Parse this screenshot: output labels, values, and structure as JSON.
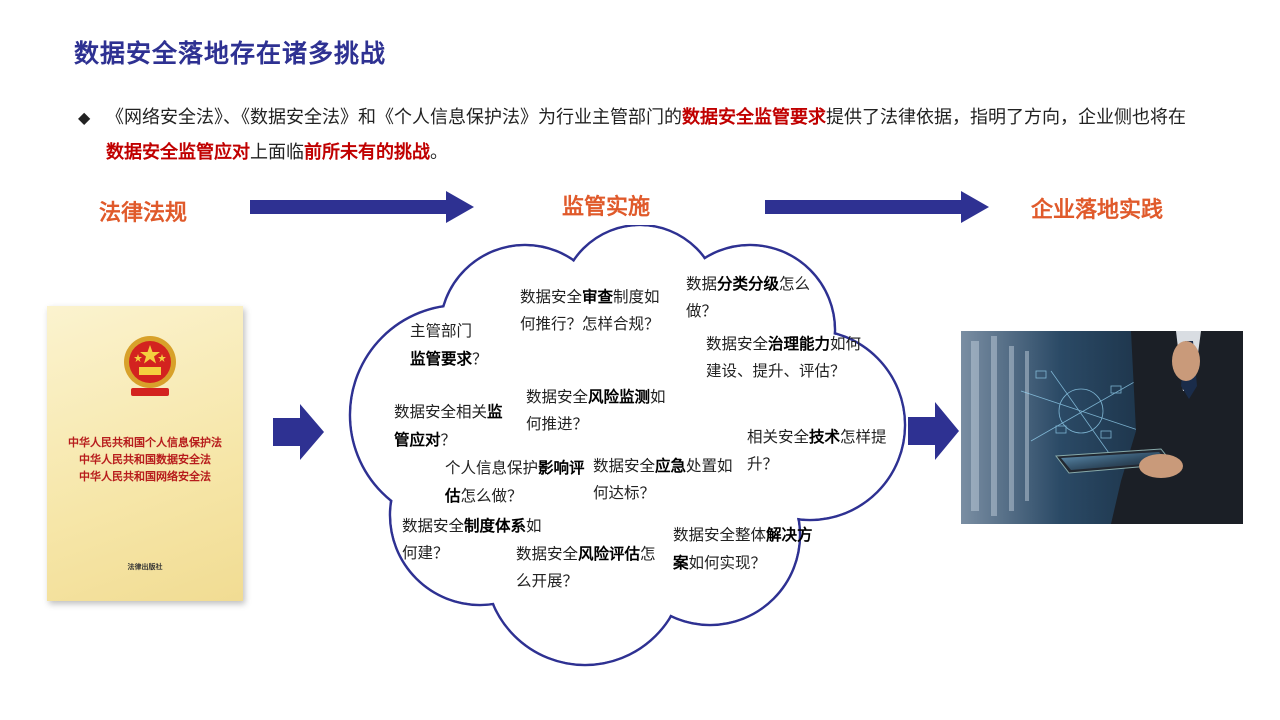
{
  "title": "数据安全落地存在诸多挑战",
  "bullet": {
    "icon": "◆",
    "part1": "《网络安全法》、《数据安全法》和《个人信息保护法》为行业主管部门的",
    "hl1": "数据安全监管要求",
    "part2": "提供了法律依据，指明了方向，企业侧也将在",
    "hl2": "数据安全监管应对",
    "part3": "上面临",
    "hl3": "前所未有的挑战",
    "part4": "。"
  },
  "stages": {
    "law": "法律法规",
    "supervision": "监管实施",
    "enterprise": "企业落地实践"
  },
  "book": {
    "laws": [
      "中华人民共和国个人信息保护法",
      "中华人民共和国数据安全法",
      "中华人民共和国网络安全法"
    ],
    "publisher": "法律出版社"
  },
  "questions": [
    {
      "a": "主管部门",
      "b": "监管要求",
      "c": "？"
    },
    {
      "a": "数据安全",
      "b": "审查",
      "c": "制度如何推行？怎样合规？"
    },
    {
      "a": "数据",
      "b": "分类分级",
      "c": "怎么做？"
    },
    {
      "a": "数据安全",
      "b": "治理能力",
      "c": "如何建设、提升、评估？"
    },
    {
      "a": "数据安全相关",
      "b": "监管应对",
      "c": "？"
    },
    {
      "a": "数据安全",
      "b": "风险监测",
      "c": "如何推进？"
    },
    {
      "a": "相关安全",
      "b": "技术",
      "c": "怎样提升？"
    },
    {
      "a": "个人信息保护",
      "b": "影响评估",
      "c": "怎么做？"
    },
    {
      "a": "数据安全",
      "b": "应急",
      "c": "处置如何达标？"
    },
    {
      "a": "数据安全",
      "b": "制度体系",
      "c": "如何建？"
    },
    {
      "a": "数据安全",
      "b": "风险评估",
      "c": "怎么开展？"
    },
    {
      "a": "数据安全整体",
      "b": "解决方案",
      "c": "如何实现？"
    }
  ],
  "colors": {
    "title": "#2e3192",
    "arrow": "#2e3192",
    "highlight": "#c00000",
    "stage": "#e05a2b"
  },
  "icons": [
    "diamond-bullet-icon",
    "arrow-right-icon",
    "national-emblem-icon",
    "cloud-shape"
  ]
}
